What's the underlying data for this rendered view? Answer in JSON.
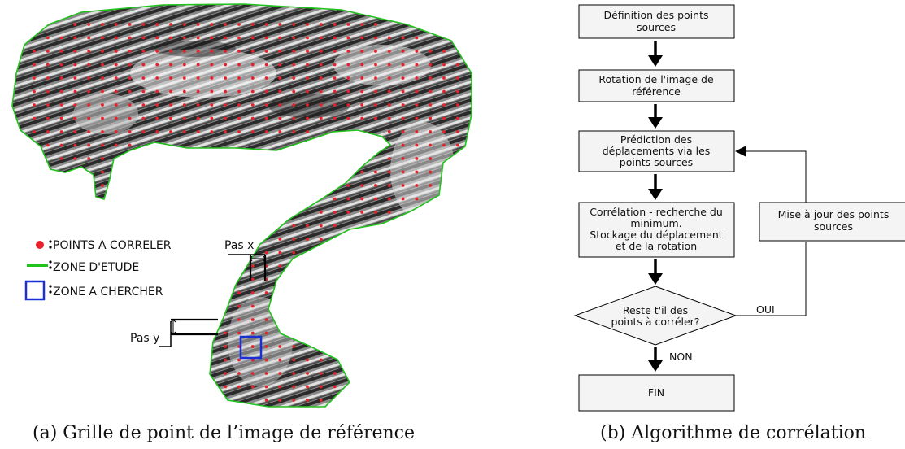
{
  "panel_a": {
    "caption": "(a) Grille de point de l’image de référence",
    "legend": [
      {
        "key": "points",
        "label": "POINTS A CORRELER",
        "color": "#e8202a"
      },
      {
        "key": "zone",
        "label": "ZONE D'ETUDE",
        "color": "#22c21e"
      },
      {
        "key": "search",
        "label": "ZONE A CHERCHER",
        "color": "#1a2fd4"
      }
    ],
    "pas_x": "Pas x",
    "pas_y": "Pas y"
  },
  "panel_b": {
    "caption": "(b) Algorithme de corrélation",
    "steps": [
      [
        "Définition des points",
        "sources"
      ],
      [
        "Rotation de l'image de",
        "référence"
      ],
      [
        "Prédiction des",
        "déplacements via les",
        "points sources"
      ],
      [
        "Corrélation - recherche du",
        "minimum.",
        "Stockage du déplacement",
        "et de la rotation"
      ]
    ],
    "decision": [
      "Reste t'il des",
      "points à corréler?"
    ],
    "update": [
      "Mise à jour des points",
      "sources"
    ],
    "end": "FIN",
    "yes_label": "OUI",
    "no_label": "NON"
  },
  "colors": {
    "point": "#e8202a",
    "contour": "#22c21e",
    "search_box": "#1a2fd4"
  }
}
